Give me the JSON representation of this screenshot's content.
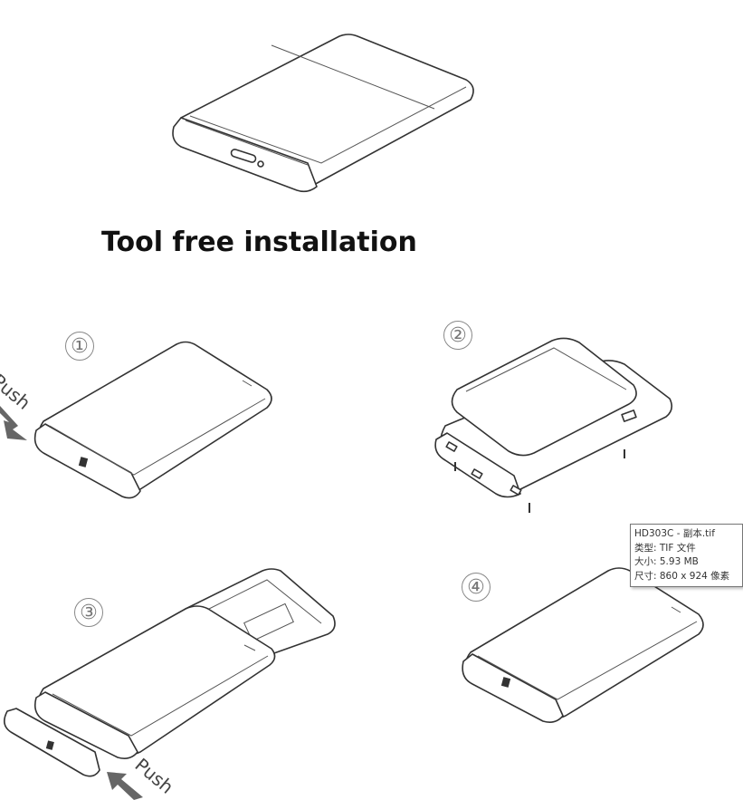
{
  "document": {
    "title": "Tool free installation",
    "steps": [
      {
        "number": "①"
      },
      {
        "number": "②"
      },
      {
        "number": "③"
      },
      {
        "number": "④"
      }
    ],
    "push_label": "Push",
    "icons": [
      "hard-drive-enclosure-icon",
      "push-arrow-icon",
      "screw-icon",
      "hard-disk-icon"
    ]
  },
  "tooltip": {
    "line1": "HD303C - 副本.tif",
    "line2": "类型: TIF 文件",
    "line3": "大小: 5.93 MB",
    "line4": "尺寸: 860 x 924 像素"
  }
}
